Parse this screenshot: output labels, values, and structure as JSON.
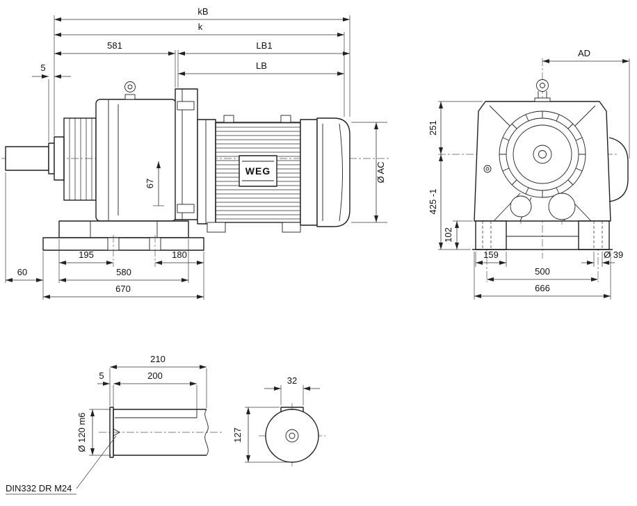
{
  "side_view": {
    "dims": {
      "kB": "kB",
      "k": "k",
      "d581": "581",
      "LB1": "LB1",
      "LB": "LB",
      "d5": "5",
      "d67": "67",
      "dAC": "Ø AC",
      "d195": "195",
      "d180": "180",
      "d60": "60",
      "d580": "580",
      "d670": "670"
    },
    "motor": {
      "logo": "WEG"
    }
  },
  "front_view": {
    "dims": {
      "AD": "AD",
      "d251": "251",
      "d425": "425 -1",
      "d102": "102",
      "d159": "159",
      "d39": "Ø 39",
      "d500": "500",
      "d666": "666"
    }
  },
  "shaft_detail": {
    "dims": {
      "d210": "210",
      "d200": "200",
      "d5": "5",
      "d120": "Ø 120 m6",
      "din_note": "DIN332 DR M24"
    }
  },
  "shaft_end": {
    "dims": {
      "d32": "32",
      "d127": "127"
    }
  }
}
